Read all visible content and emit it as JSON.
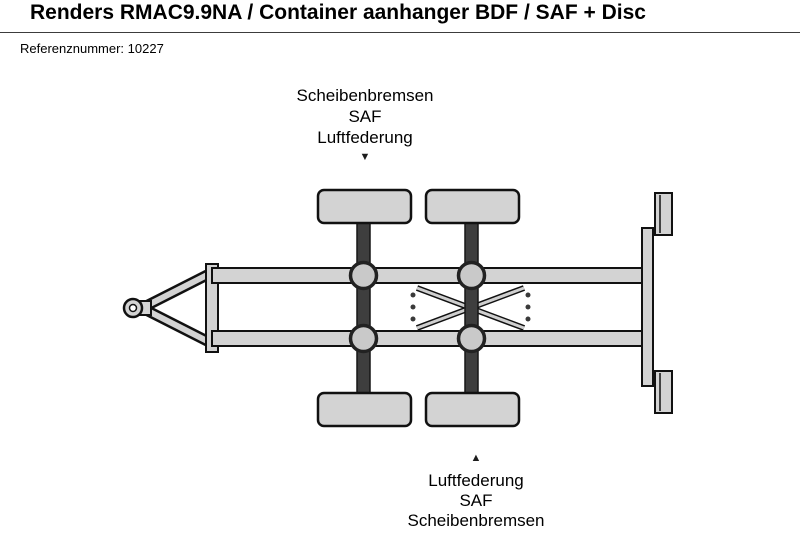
{
  "header": {
    "title": "Renders RMAC9.9NA / Container aanhanger BDF / SAF + Disc",
    "reference_label": "Referenznummer:",
    "reference_value": "10227"
  },
  "diagram": {
    "top_annotation": {
      "lines": [
        "Scheibenbremsen",
        "SAF",
        "Luftfederung"
      ],
      "arrow": "▼"
    },
    "bottom_annotation": {
      "lines": [
        "Luftfederung",
        "SAF",
        "Scheibenbremsen"
      ],
      "arrow": "▲"
    },
    "colors": {
      "part_fill": "#d3d3d3",
      "suspension_fill": "#c9c9c9",
      "outline": "#111111",
      "axle_fill": "#3e3e3e",
      "background": "#ffffff"
    }
  }
}
